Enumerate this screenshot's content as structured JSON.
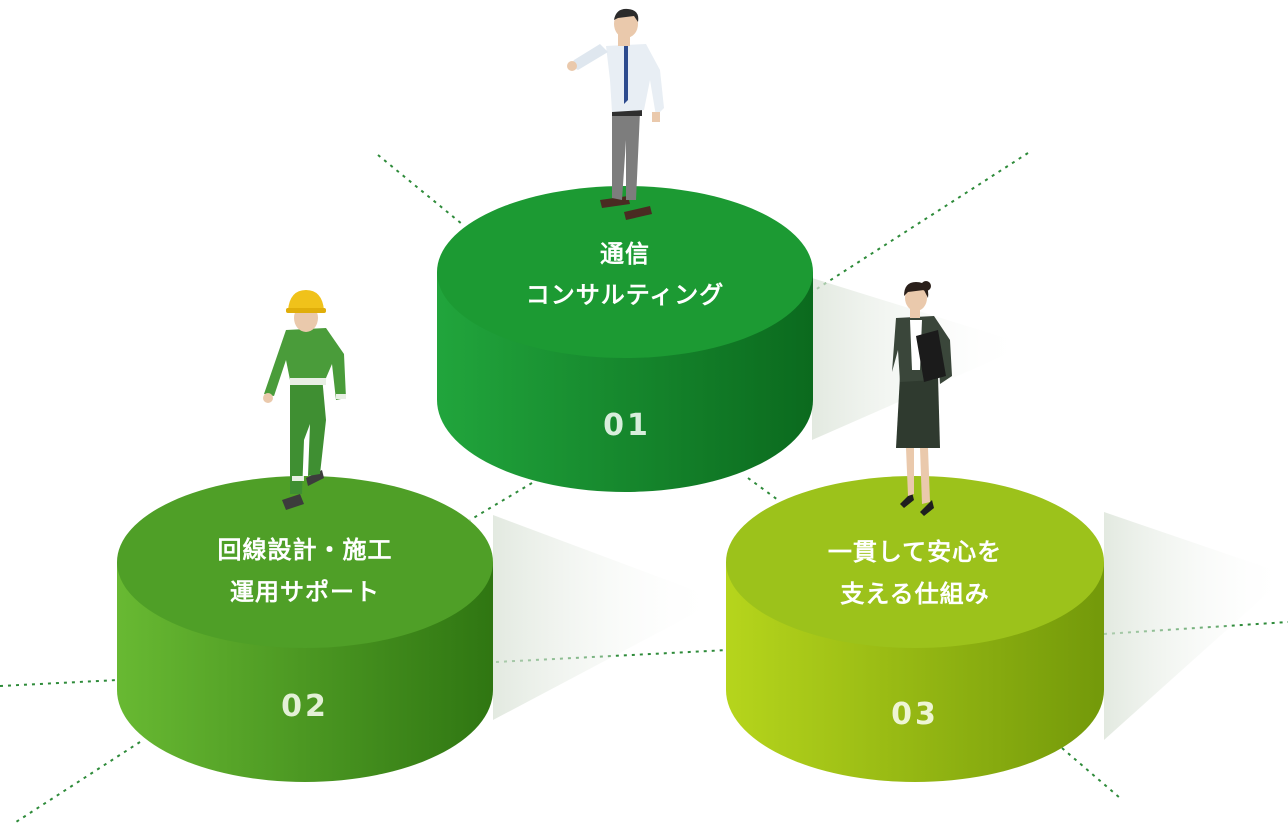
{
  "pillars": [
    {
      "id": "01",
      "title_lines": [
        "通信",
        "コンサルティング"
      ],
      "number": "01",
      "colors": {
        "top": "#1d9a34",
        "side_light": "#1fa23a",
        "side_dark": "#0c6d1f",
        "number": "#d8eedc"
      },
      "figure": "consultant-man-icon"
    },
    {
      "id": "02",
      "title_lines": [
        "回線設計・施工",
        "運用サポート"
      ],
      "number": "02",
      "colors": {
        "top": "#4e9f27",
        "side_light": "#63b32f",
        "side_dark": "#327a14",
        "number": "#e3f0d6"
      },
      "figure": "construction-worker-icon"
    },
    {
      "id": "03",
      "title_lines": [
        "一貫して安心を",
        "支える仕組み"
      ],
      "number": "03",
      "colors": {
        "top": "#9cc21b",
        "side_light": "#b0d11c",
        "side_dark": "#789d0a",
        "number": "#eef5d4"
      },
      "figure": "business-woman-icon"
    }
  ],
  "connector_color": "#2e8b3a"
}
